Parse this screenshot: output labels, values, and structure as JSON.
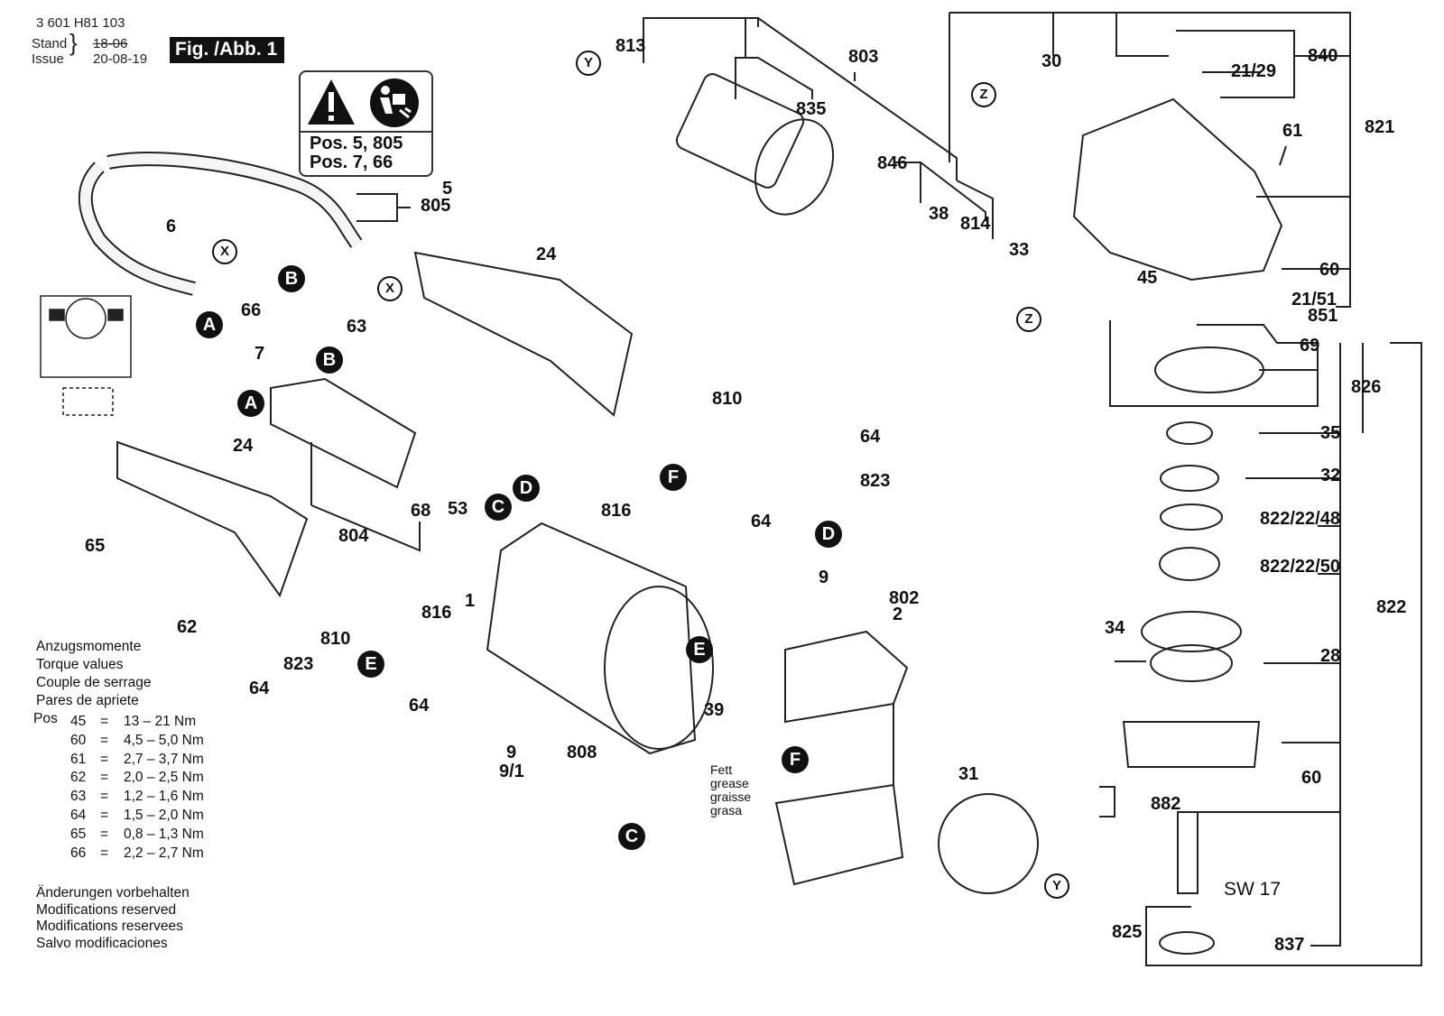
{
  "header": {
    "part_number": "3 601 H81 103",
    "stand_label": "Stand",
    "issue_label": "Issue",
    "old_date": "18-06",
    "issue_date": "20-08-19",
    "figure_title": "Fig. /Abb. 1"
  },
  "warning_box": {
    "icons": [
      "warning-triangle-icon",
      "read-manual-icon"
    ],
    "lines": [
      "Pos. 5, 805",
      "Pos. 7, 66"
    ]
  },
  "part_labels": [
    {
      "id": "p813",
      "text": "813"
    },
    {
      "id": "p803",
      "text": "803"
    },
    {
      "id": "p835",
      "text": "835"
    },
    {
      "id": "p846",
      "text": "846"
    },
    {
      "id": "p38",
      "text": "38"
    },
    {
      "id": "p814",
      "text": "814"
    },
    {
      "id": "p33",
      "text": "33"
    },
    {
      "id": "p30",
      "text": "30"
    },
    {
      "id": "p840",
      "text": "840"
    },
    {
      "id": "p21_29",
      "text": "21/29"
    },
    {
      "id": "p61",
      "text": "61"
    },
    {
      "id": "p821",
      "text": "821"
    },
    {
      "id": "p60a",
      "text": "60"
    },
    {
      "id": "p21_51",
      "text": "21/51"
    },
    {
      "id": "p851",
      "text": "851"
    },
    {
      "id": "p45",
      "text": "45"
    },
    {
      "id": "p69",
      "text": "69"
    },
    {
      "id": "p826",
      "text": "826"
    },
    {
      "id": "p35",
      "text": "35"
    },
    {
      "id": "p32",
      "text": "32"
    },
    {
      "id": "p822_22_48",
      "text": "822/22/48"
    },
    {
      "id": "p822_22_50",
      "text": "822/22/50"
    },
    {
      "id": "p822",
      "text": "822"
    },
    {
      "id": "p34",
      "text": "34"
    },
    {
      "id": "p28",
      "text": "28"
    },
    {
      "id": "p60b",
      "text": "60"
    },
    {
      "id": "p882",
      "text": "882"
    },
    {
      "id": "p825",
      "text": "825"
    },
    {
      "id": "p837",
      "text": "837"
    },
    {
      "id": "p5",
      "text": "5"
    },
    {
      "id": "p805",
      "text": "805"
    },
    {
      "id": "p6",
      "text": "6"
    },
    {
      "id": "p24a",
      "text": "24"
    },
    {
      "id": "p66",
      "text": "66"
    },
    {
      "id": "p63",
      "text": "63"
    },
    {
      "id": "p7",
      "text": "7"
    },
    {
      "id": "p24b",
      "text": "24"
    },
    {
      "id": "p65",
      "text": "65"
    },
    {
      "id": "p62",
      "text": "62"
    },
    {
      "id": "p804",
      "text": "804"
    },
    {
      "id": "p68",
      "text": "68"
    },
    {
      "id": "p53",
      "text": "53"
    },
    {
      "id": "p810a",
      "text": "810"
    },
    {
      "id": "p64a",
      "text": "64"
    },
    {
      "id": "p823a",
      "text": "823"
    },
    {
      "id": "p816a",
      "text": "816"
    },
    {
      "id": "p64b",
      "text": "64"
    },
    {
      "id": "p9a",
      "text": "9"
    },
    {
      "id": "p802",
      "text": "802"
    },
    {
      "id": "p2",
      "text": "2"
    },
    {
      "id": "p1",
      "text": "1"
    },
    {
      "id": "p816b",
      "text": "816"
    },
    {
      "id": "p810b",
      "text": "810"
    },
    {
      "id": "p823b",
      "text": "823"
    },
    {
      "id": "p64c",
      "text": "64"
    },
    {
      "id": "p64d",
      "text": "64"
    },
    {
      "id": "p9b",
      "text": "9"
    },
    {
      "id": "p9_1",
      "text": "9/1"
    },
    {
      "id": "p808",
      "text": "808"
    },
    {
      "id": "p39",
      "text": "39"
    },
    {
      "id": "p31",
      "text": "31"
    }
  ],
  "connectors": [
    {
      "id": "cA1",
      "text": "A"
    },
    {
      "id": "cB1",
      "text": "B"
    },
    {
      "id": "cA2",
      "text": "A"
    },
    {
      "id": "cB2",
      "text": "B"
    },
    {
      "id": "cC1",
      "text": "C"
    },
    {
      "id": "cD1",
      "text": "D"
    },
    {
      "id": "cF1",
      "text": "F"
    },
    {
      "id": "cD2",
      "text": "D"
    },
    {
      "id": "cE1",
      "text": "E"
    },
    {
      "id": "cE2",
      "text": "E"
    },
    {
      "id": "cF2",
      "text": "F"
    },
    {
      "id": "cC2",
      "text": "C"
    }
  ],
  "references": [
    {
      "id": "rY1",
      "text": "Y"
    },
    {
      "id": "rZ1",
      "text": "Z"
    },
    {
      "id": "rZ2",
      "text": "Z"
    },
    {
      "id": "rX1",
      "text": "X"
    },
    {
      "id": "rX2",
      "text": "X"
    },
    {
      "id": "rY2",
      "text": "Y"
    }
  ],
  "torque": {
    "titles": [
      "Anzugsmomente",
      "Torque values",
      "Couple de serrage",
      "Pares de apriete"
    ],
    "pos_label": "Pos",
    "rows": [
      {
        "pos": "45",
        "eq": "=",
        "value": "13  – 21 Nm"
      },
      {
        "pos": "60",
        "eq": "=",
        "value": "4,5 – 5,0 Nm"
      },
      {
        "pos": "61",
        "eq": "=",
        "value": "2,7 – 3,7 Nm"
      },
      {
        "pos": "62",
        "eq": "=",
        "value": "2,0 – 2,5 Nm"
      },
      {
        "pos": "63",
        "eq": "=",
        "value": "1,2 – 1,6 Nm"
      },
      {
        "pos": "64",
        "eq": "=",
        "value": "1,5 – 2,0 Nm"
      },
      {
        "pos": "65",
        "eq": "=",
        "value": "0,8 – 1,3 Nm"
      },
      {
        "pos": "66",
        "eq": "=",
        "value": "2,2 – 2,7 Nm"
      }
    ]
  },
  "modifications_note": [
    "Änderungen vorbehalten",
    "Modifications reserved",
    "Modifications reservees",
    "Salvo modificaciones"
  ],
  "grease_note": [
    "Fett",
    "grease",
    "graisse",
    "grasa"
  ],
  "wrench_size": "SW 17"
}
